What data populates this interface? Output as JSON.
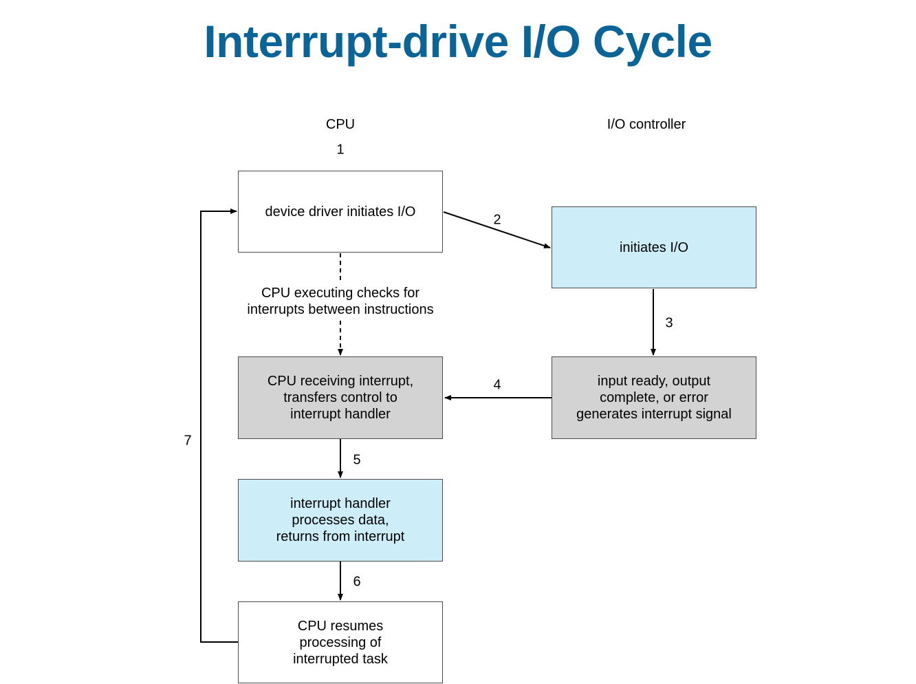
{
  "title": "Interrupt-drive I/O Cycle",
  "columns": {
    "cpu": "CPU",
    "io": "I/O controller"
  },
  "note": "CPU executing checks for\ninterrupts between instructions",
  "boxes": {
    "driver": "device driver initiates I/O",
    "io_init": "initiates I/O",
    "receive": "CPU receiving interrupt,\ntransfers control to\ninterrupt handler",
    "signal": "input ready, output\ncomplete, or error\ngenerates interrupt signal",
    "handler": "interrupt handler\nprocesses data,\nreturns from interrupt",
    "resume": "CPU resumes\nprocessing of\ninterrupted task"
  },
  "steps": {
    "s1": "1",
    "s2": "2",
    "s3": "3",
    "s4": "4",
    "s5": "5",
    "s6": "6",
    "s7": "7"
  },
  "colors": {
    "title": "#0a6498",
    "blue_box": "#cdeef9",
    "gray_box": "#d3d3d3"
  }
}
